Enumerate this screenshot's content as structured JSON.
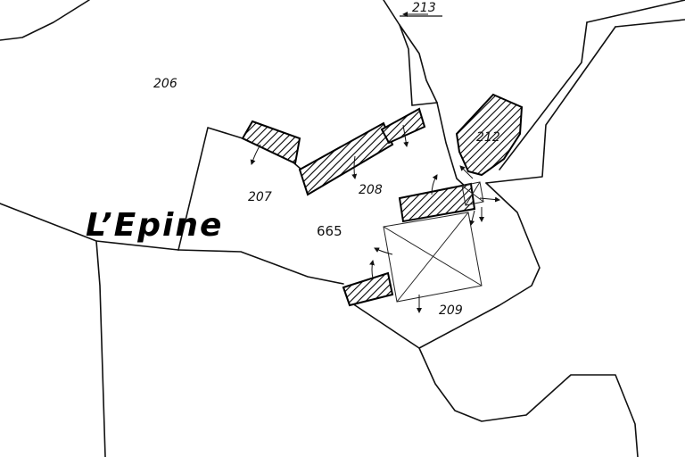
{
  "map": {
    "place_name": "L’Epine",
    "section_number": "665",
    "parcels": [
      {
        "id": "p206",
        "label": "206"
      },
      {
        "id": "p207",
        "label": "207"
      },
      {
        "id": "p208",
        "label": "208"
      },
      {
        "id": "p209",
        "label": "209"
      },
      {
        "id": "p212",
        "label": "212"
      },
      {
        "id": "p213",
        "label": "213"
      }
    ],
    "colors": {
      "ink": "#111111",
      "paper": "#ffffff"
    }
  }
}
